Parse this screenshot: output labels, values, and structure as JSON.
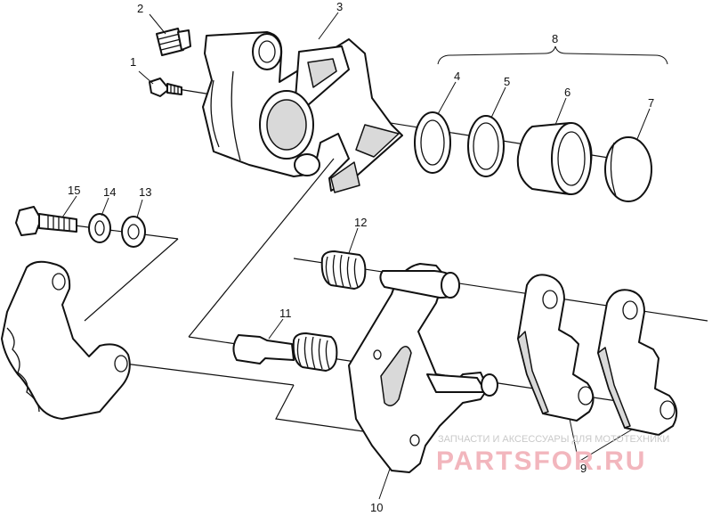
{
  "callouts": {
    "c1": "1",
    "c2": "2",
    "c3": "3",
    "c4": "4",
    "c5": "5",
    "c6": "6",
    "c7": "7",
    "c8": "8",
    "c9": "9",
    "c10": "10",
    "c11": "11",
    "c12": "12",
    "c13": "13",
    "c14": "14",
    "c15": "15"
  },
  "watermark": {
    "caption": "ЗАПЧАСТИ И АКСЕССУАРЫ ДЛЯ МОТОТЕХНИКИ",
    "brand": "PARTSFOR.RU",
    "brand_color": "#f2b6bd"
  }
}
